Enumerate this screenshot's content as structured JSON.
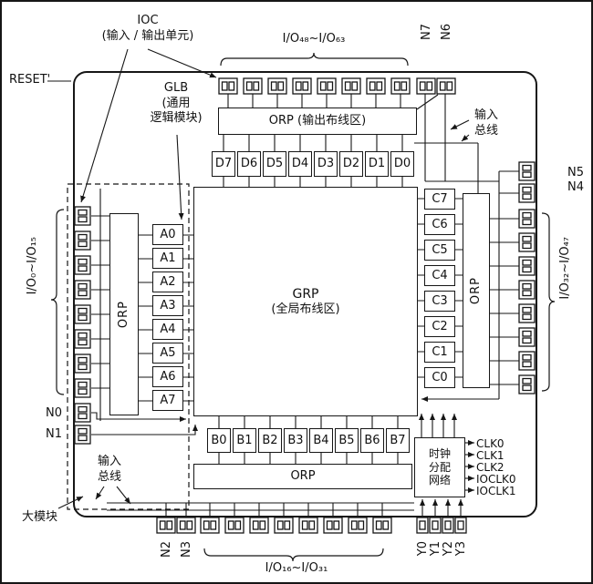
{
  "labels": {
    "reset": "RESET'",
    "ioc_line1": "IOC",
    "ioc_line2": "(输入 / 输出单元)",
    "glb_line1": "GLB",
    "glb_line2": "(通用",
    "glb_line3": "逻辑模块)",
    "input_bus_top_line1": "输入",
    "input_bus_top_line2": "总线",
    "input_bus_bottom_line1": "输入",
    "input_bus_bottom_line2": "总线",
    "megablock": "大模块",
    "io_top": "I/O₄₈~I/O₆₃",
    "io_left": "I/O₀~I/O₁₅",
    "io_right": "I/O₃₂~I/O₄₇",
    "io_bottom": "I/O₁₆~I/O₃₁",
    "n7": "N7",
    "n6": "N6",
    "n5": "N5",
    "n4": "N4",
    "n0": "N0",
    "n1": "N1",
    "n2": "N2",
    "n3": "N3",
    "y0": "Y0",
    "y1": "Y1",
    "y2": "Y2",
    "y3": "Y3"
  },
  "boxes": {
    "orp_top": "ORP (输出布线区)",
    "orp_left": "ORP",
    "orp_right": "ORP",
    "orp_bottom": "ORP",
    "grp_line1": "GRP",
    "grp_line2": "(全局布线区)",
    "clock_line1": "时钟",
    "clock_line2": "分配",
    "clock_line3": "网络"
  },
  "glb_blocks": {
    "a": [
      "A0",
      "A1",
      "A2",
      "A3",
      "A4",
      "A5",
      "A6",
      "A7"
    ],
    "b": [
      "B0",
      "B1",
      "B2",
      "B3",
      "B4",
      "B5",
      "B6",
      "B7"
    ],
    "c": [
      "C7",
      "C6",
      "C5",
      "C4",
      "C3",
      "C2",
      "C1",
      "C0"
    ],
    "d": [
      "D7",
      "D6",
      "D5",
      "D4",
      "D3",
      "D2",
      "D1",
      "D0"
    ]
  },
  "clock_outputs": [
    "CLK0",
    "CLK1",
    "CLK2",
    "IOCLK0",
    "IOCLK1"
  ]
}
